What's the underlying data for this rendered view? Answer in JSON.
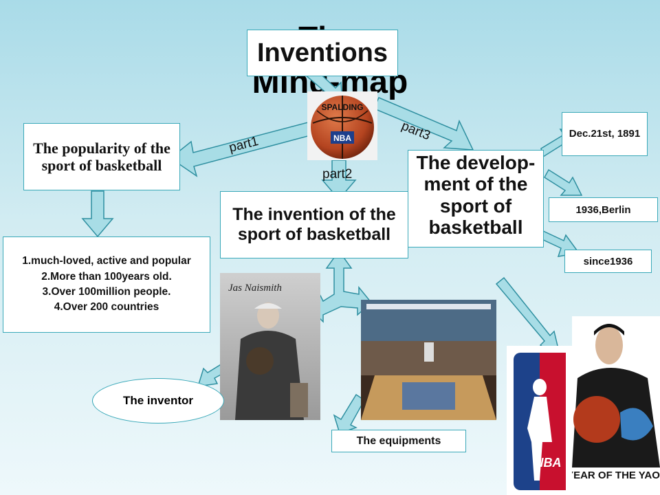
{
  "title": {
    "line1": "The",
    "line2": "Mind-map"
  },
  "center_label": "Inventions",
  "labels": {
    "part1": "part1",
    "part2": "part2",
    "part3": "part3"
  },
  "popularity": {
    "heading": "The popularity of the sport of basketball",
    "facts": [
      "1.much-loved, active and popular",
      "2.More than 100years old.",
      "3.Over 100million people.",
      "4.Over 200 countries"
    ]
  },
  "invention_box": "The invention of the sport of basketball",
  "development_box": "The develop-ment of the sport of basketball",
  "timeline": [
    "Dec.21st, 1891",
    "1936,Berlin",
    "since1936"
  ],
  "inventor_label": "The inventor",
  "equipments_label": "The equipments",
  "photos": {
    "ball_text": "SPALDING",
    "ball_sub": "NBA",
    "signature": "Jas Naismith",
    "yao_caption": "YEAR OF THE YAO",
    "nba_logo_text": "NBA"
  },
  "colors": {
    "arrow_fill": "#a8dde6",
    "arrow_stroke": "#2e8fa0",
    "box_border": "#39a8b8",
    "ball": "#c4532a"
  }
}
